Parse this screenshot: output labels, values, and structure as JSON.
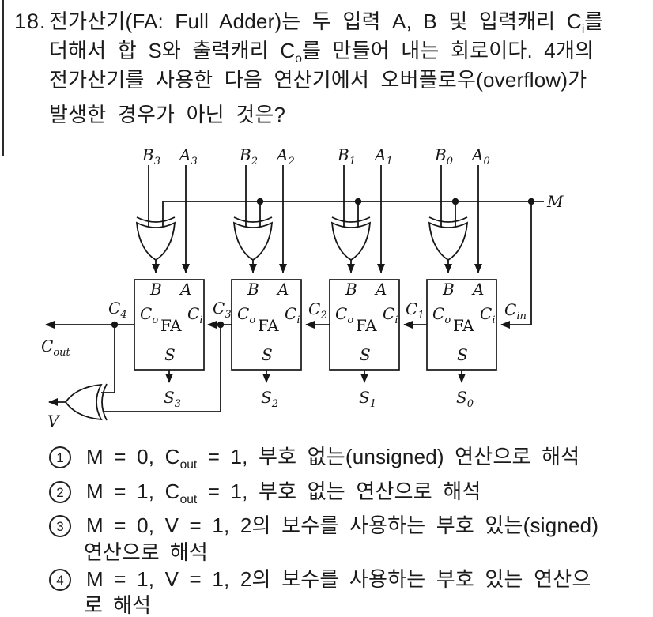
{
  "question": {
    "number": "18.",
    "lines": [
      {
        "pre": "전가산기(FA: Full Adder)는 두 입력 A, B 및 입력캐리 C",
        "sub": "i",
        "post": "를"
      },
      {
        "pre": "더해서 합 S와 출력캐리 C",
        "sub": "o",
        "post": "를 만들어 내는 회로이다. 4개의"
      },
      {
        "pre": "전가산기를 사용한 다음 연산기에서 오버플로우(overflow)가",
        "sub": "",
        "post": ""
      },
      {
        "pre": "발생한 경우가 아닌 것은?",
        "sub": "",
        "post": ""
      }
    ]
  },
  "diagram": {
    "top_labels": [
      {
        "base": "B",
        "sub": "3"
      },
      {
        "base": "A",
        "sub": "3"
      },
      {
        "base": "B",
        "sub": "2"
      },
      {
        "base": "A",
        "sub": "2"
      },
      {
        "base": "B",
        "sub": "1"
      },
      {
        "base": "A",
        "sub": "1"
      },
      {
        "base": "B",
        "sub": "0"
      },
      {
        "base": "A",
        "sub": "0"
      }
    ],
    "m_label": "M",
    "v_label": "V",
    "fa_box": {
      "b": "B",
      "a": "A",
      "name": "FA",
      "co_base": "C",
      "co_sub": "o",
      "ci_base": "C",
      "ci_sub": "i",
      "s": "S"
    },
    "carries": [
      {
        "base": "C",
        "sub": "4"
      },
      {
        "base": "C",
        "sub": "3"
      },
      {
        "base": "C",
        "sub": "2"
      },
      {
        "base": "C",
        "sub": "1"
      },
      {
        "base": "C",
        "sub": "in"
      }
    ],
    "cout": {
      "base": "C",
      "sub": "out"
    },
    "sums": [
      {
        "base": "S",
        "sub": "3"
      },
      {
        "base": "S",
        "sub": "2"
      },
      {
        "base": "S",
        "sub": "1"
      },
      {
        "base": "S",
        "sub": "0"
      }
    ]
  },
  "choices": [
    {
      "num": "1",
      "pre": "M = 0, C",
      "sub": "out",
      "post": " = 1, 부호 없는(unsigned) 연산으로 해석",
      "line2": ""
    },
    {
      "num": "2",
      "pre": "M = 1, C",
      "sub": "out",
      "post": " = 1, 부호 없는 연산으로 해석",
      "line2": ""
    },
    {
      "num": "3",
      "pre": "M = 0, V = 1, 2의 보수를 사용하는 부호 있는(signed)",
      "sub": "",
      "post": "",
      "line2": "연산으로 해석"
    },
    {
      "num": "4",
      "pre": "M = 1, V = 1, 2의 보수를 사용하는 부호 있는 연산으",
      "sub": "",
      "post": "",
      "line2": "로 해석"
    }
  ],
  "colors": {
    "ink": "#161616",
    "background": "#ffffff"
  }
}
